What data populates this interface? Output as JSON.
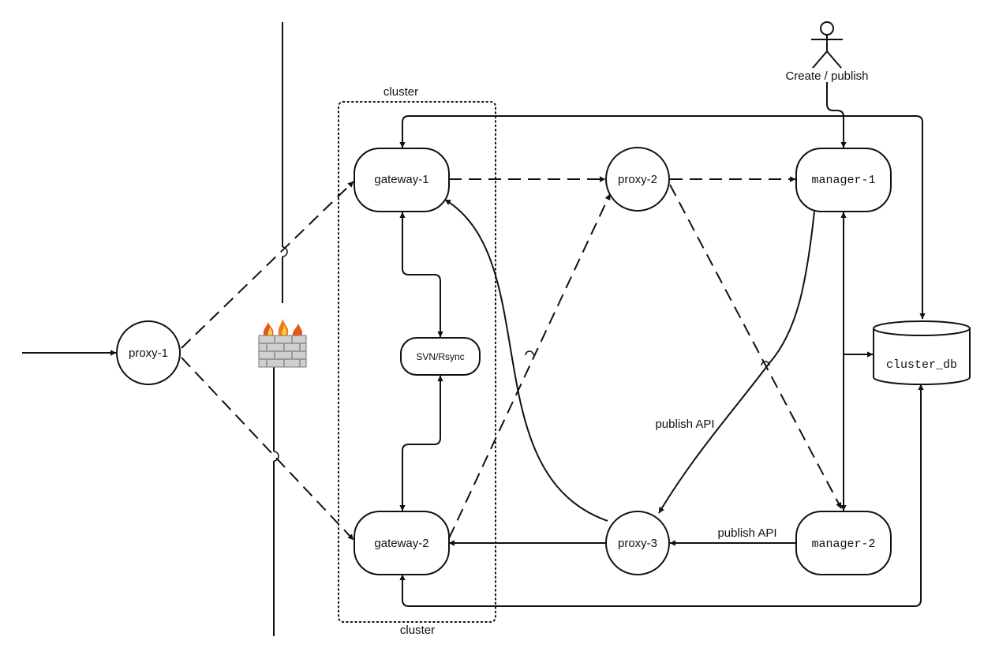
{
  "nodes": {
    "proxy1": "proxy-1",
    "proxy2": "proxy-2",
    "proxy3": "proxy-3",
    "gateway1": "gateway-1",
    "gateway2": "gateway-2",
    "manager1": "manager-1",
    "manager2": "manager-2",
    "svn": "SVN/Rsync",
    "db": "cluster_db"
  },
  "cluster": {
    "top_label": "cluster",
    "bottom_label": "cluster"
  },
  "actor": {
    "label": "Create / publish"
  },
  "edge_labels": {
    "publish_api_1": "publish API",
    "publish_api_2": "publish API"
  },
  "firewall": {
    "icon": "firewall-icon"
  }
}
